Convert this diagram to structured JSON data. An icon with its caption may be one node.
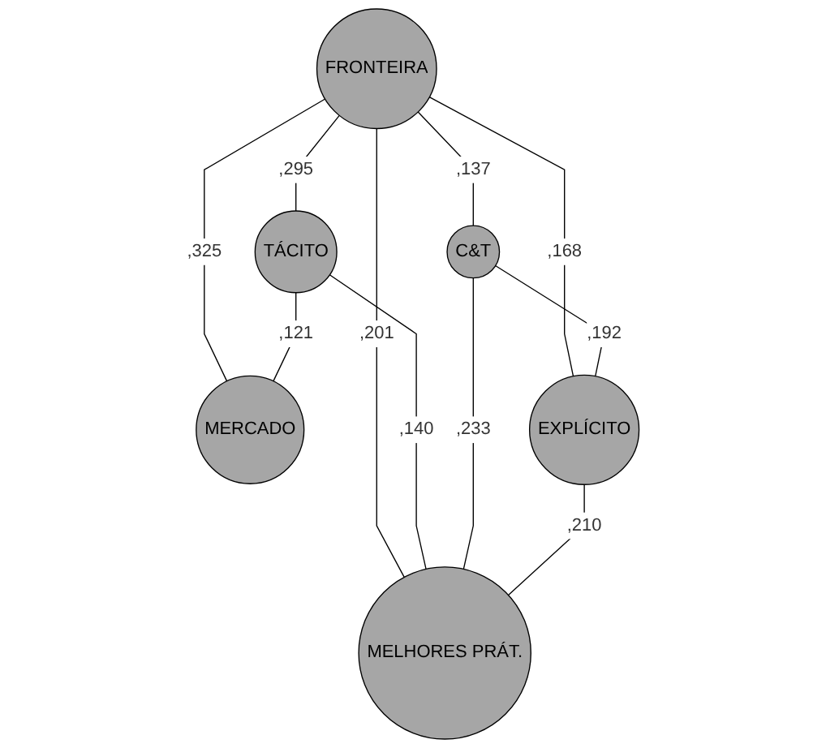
{
  "diagram": {
    "nodes": [
      {
        "text": [
          "FRONTEIRA"
        ]
      },
      {
        "text": [
          "TÁCITO"
        ]
      },
      {
        "text": [
          "MERCADO"
        ]
      },
      {
        "text": [
          "C&T"
        ]
      },
      {
        "text": [
          "EXPLÍCITO"
        ]
      },
      {
        "text": [
          "MELHORES PRÁT."
        ]
      }
    ],
    "edges": [
      {
        "from": 0,
        "to": 1,
        "arrow": "none",
        "label": ",295"
      },
      {
        "from": 0,
        "to": 2,
        "arrow": "none",
        "label": ",325"
      },
      {
        "from": 1,
        "to": 2,
        "arrow": "none",
        "label": ",121"
      },
      {
        "from": 0,
        "to": 3,
        "arrow": "none",
        "label": ",137"
      },
      {
        "from": 0,
        "to": 4,
        "arrow": "none",
        "label": ",168"
      },
      {
        "from": 0,
        "to": 5,
        "arrow": "none",
        "label": ",201"
      },
      {
        "from": 1,
        "to": 5,
        "arrow": "none",
        "label": ",140"
      },
      {
        "from": 3,
        "to": 4,
        "arrow": "none",
        "label": ",192"
      },
      {
        "from": 3,
        "to": 5,
        "arrow": "none",
        "label": ",233"
      },
      {
        "from": 4,
        "to": 5,
        "arrow": "none",
        "label": ",210"
      }
    ]
  }
}
